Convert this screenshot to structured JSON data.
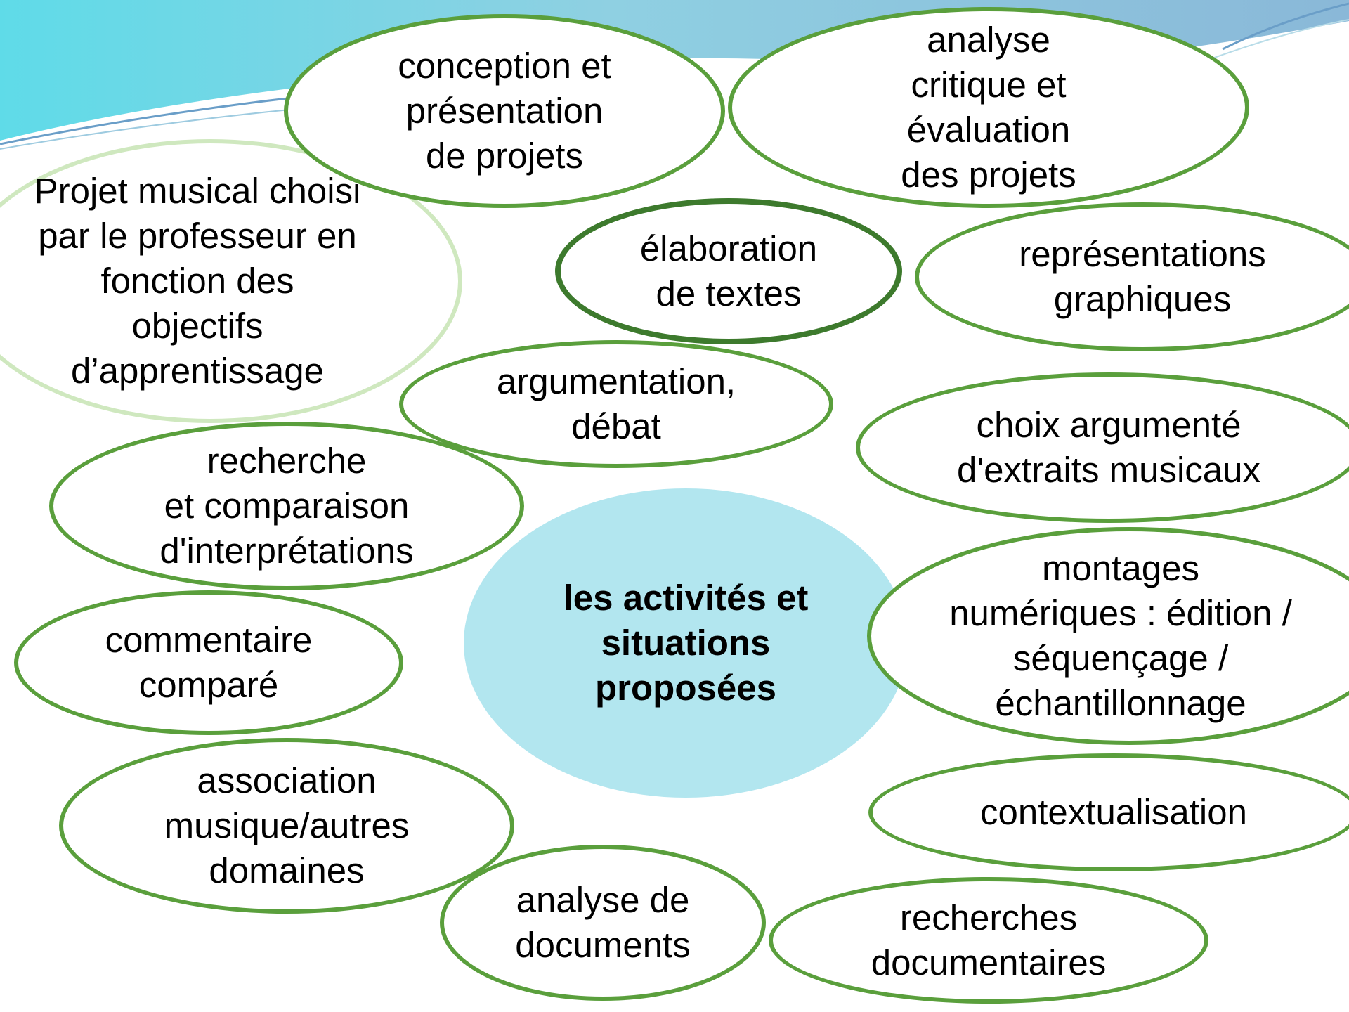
{
  "colors": {
    "bubble_border": "#5a9f3c",
    "bubble_border_dark": "#3d7a2d",
    "bubble_border_light": "#cfe8bf",
    "center_fill": "#b2e6ef",
    "header_wave_cyan": "#6fd6e8",
    "header_wave_blue": "#7aaed0"
  },
  "center": {
    "text": "les activités et\nsituations\nproposées"
  },
  "bubbles": [
    {
      "id": "projet-musical",
      "text": "Projet musical choisi\npar le professeur en\nfonction des\nobjectifs\nd’apprentissage"
    },
    {
      "id": "conception",
      "text": "conception et\nprésentation\nde projets"
    },
    {
      "id": "analyse-critique",
      "text": "analyse\ncritique et\névaluation\ndes projets"
    },
    {
      "id": "elaboration",
      "text": "élaboration\nde textes"
    },
    {
      "id": "representations",
      "text": "représentations\ngraphiques"
    },
    {
      "id": "argumentation",
      "text": "argumentation,\ndébat"
    },
    {
      "id": "choix",
      "text": "choix argumenté\nd'extraits musicaux"
    },
    {
      "id": "recherche-comparaison",
      "text": "recherche\net comparaison\nd'interprétations"
    },
    {
      "id": "montages",
      "text": "montages\nnumériques : édition /\nséquençage /\néchantillonnage"
    },
    {
      "id": "commentaire",
      "text": "commentaire\ncomparé"
    },
    {
      "id": "association",
      "text": "association\nmusique/autres\ndomaines"
    },
    {
      "id": "contextualisation",
      "text": "contextualisation"
    },
    {
      "id": "analyse-documents",
      "text": "analyse de\ndocuments"
    },
    {
      "id": "recherches-documentaires",
      "text": "recherches\ndocumentaires"
    }
  ]
}
